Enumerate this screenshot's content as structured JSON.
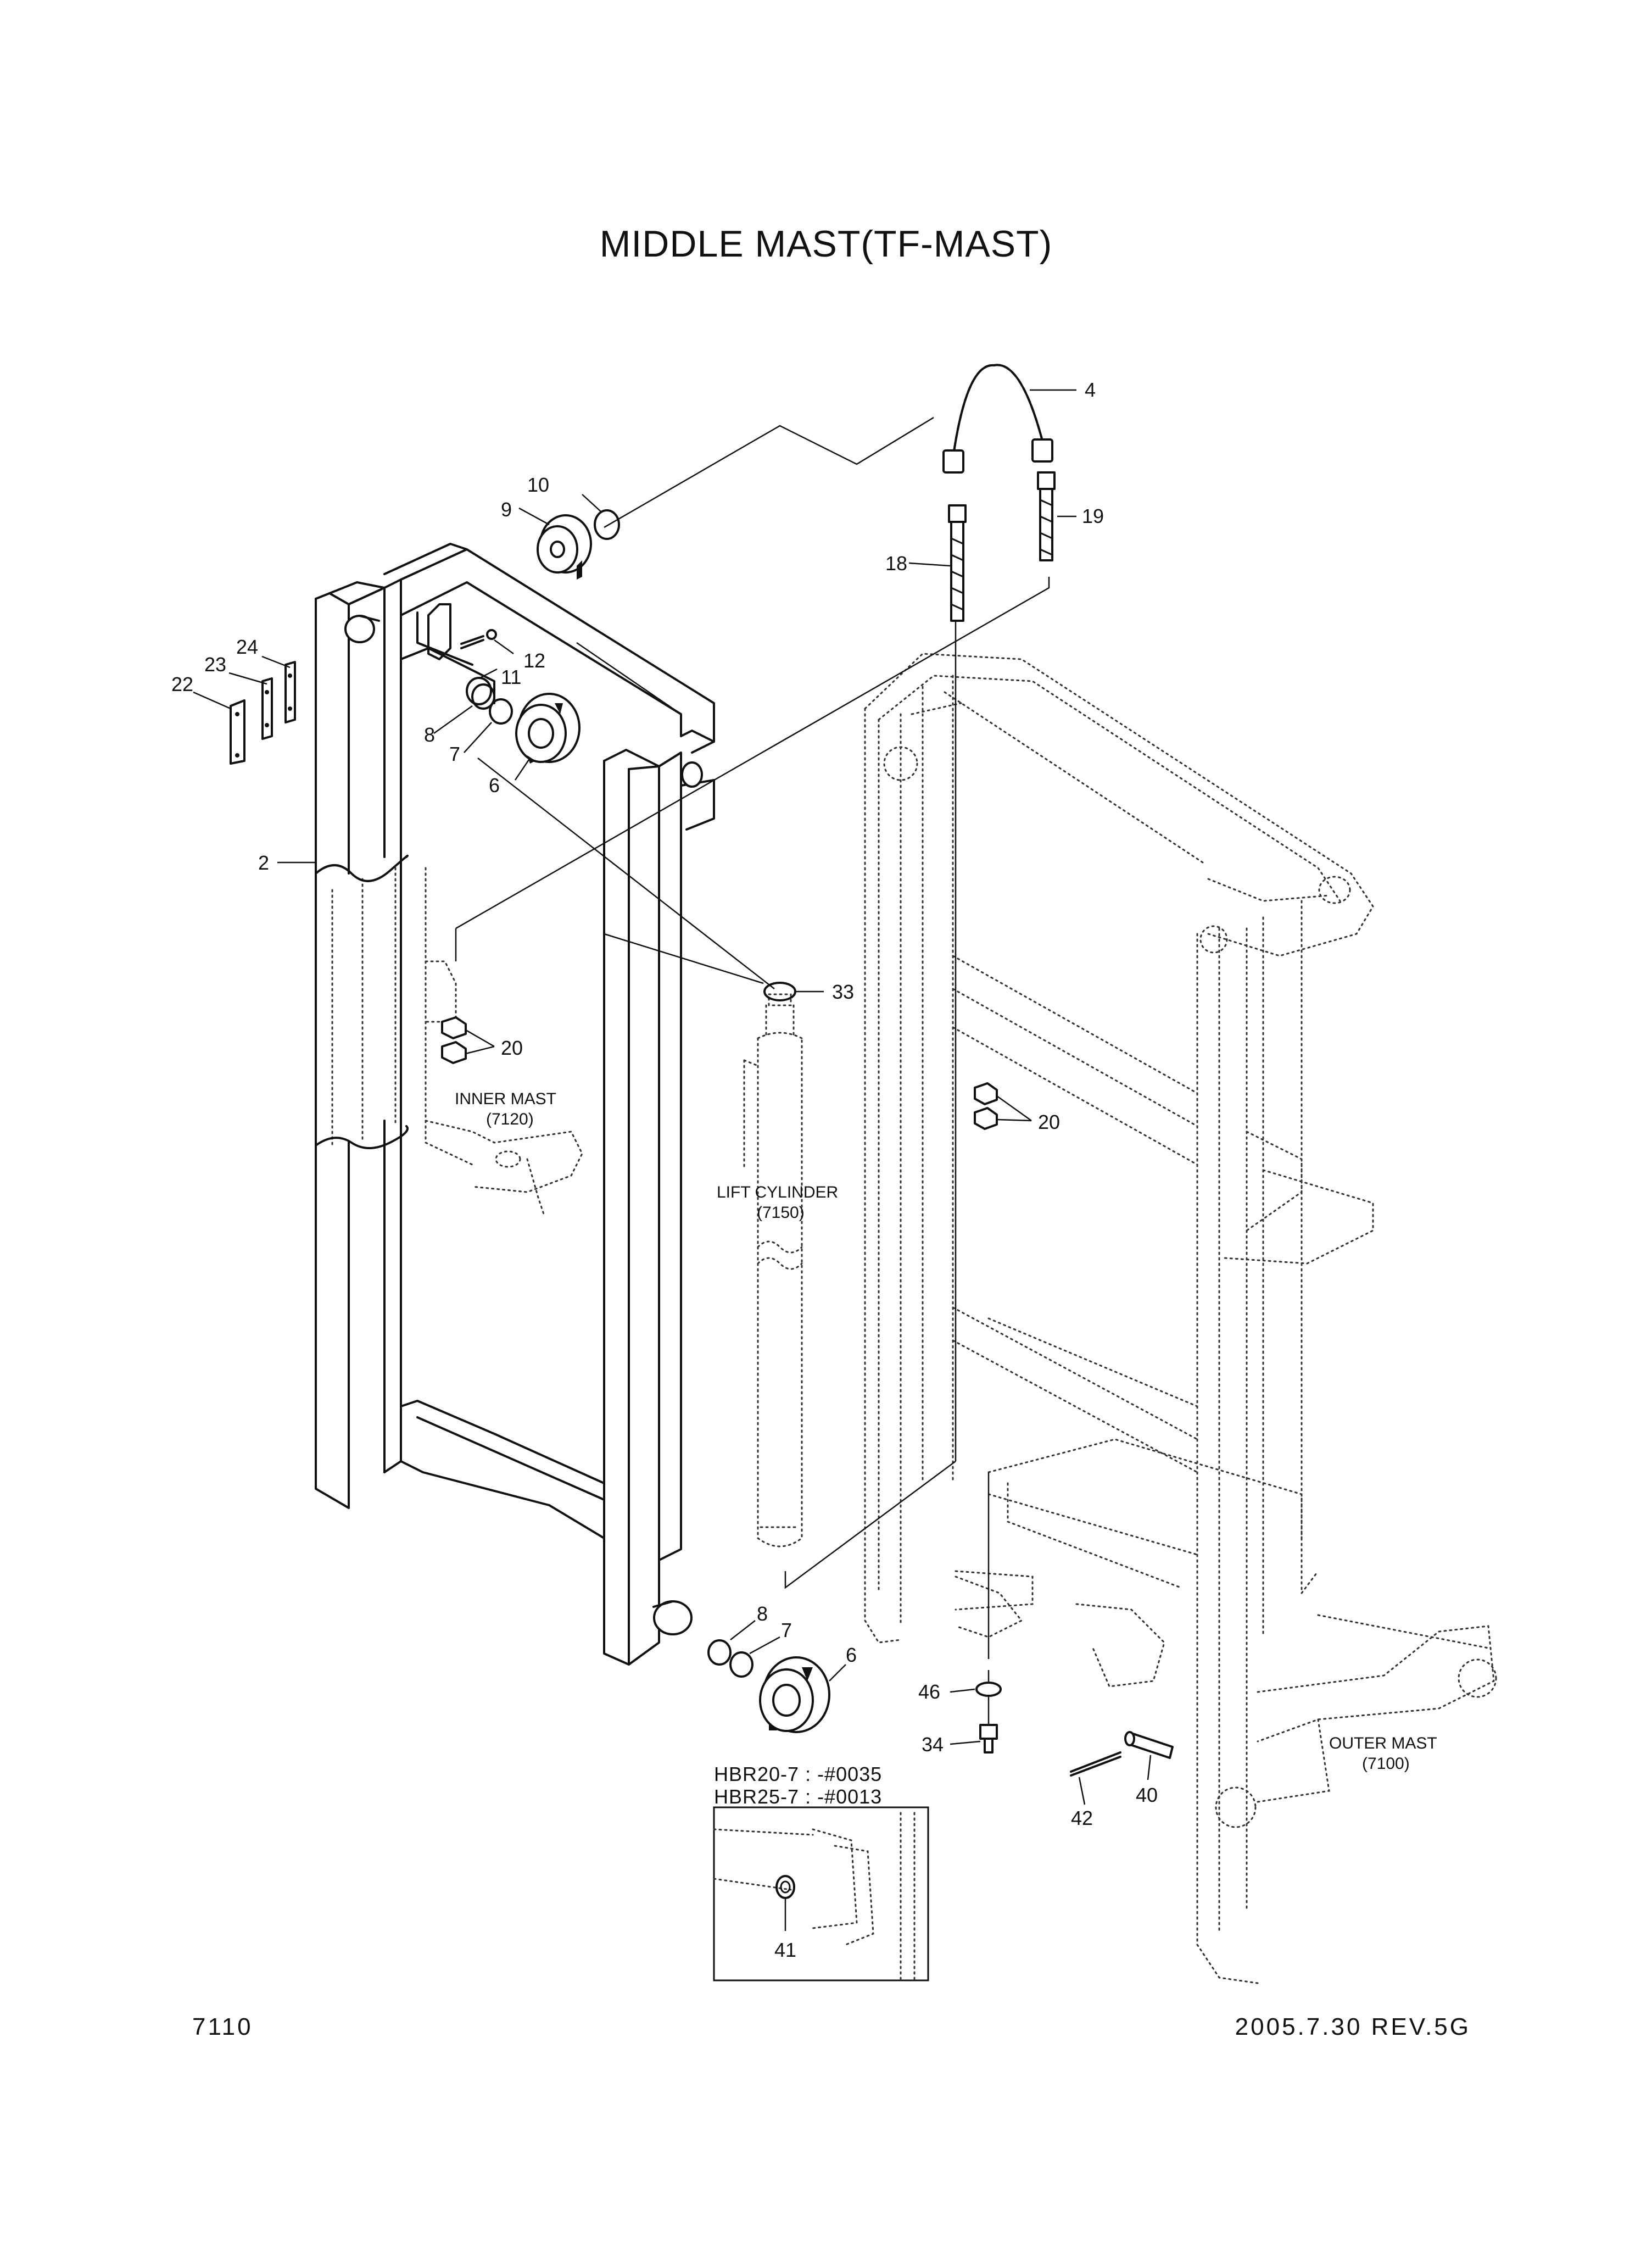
{
  "title": "MIDDLE MAST(TF-MAST)",
  "footer": {
    "page_no": "7110",
    "revision": "2005.7.30  REV.5G"
  },
  "callouts": [
    {
      "id": "c4",
      "text": "4"
    },
    {
      "id": "c10",
      "text": "10"
    },
    {
      "id": "c9",
      "text": "9"
    },
    {
      "id": "c19",
      "text": "19"
    },
    {
      "id": "c18",
      "text": "18"
    },
    {
      "id": "c24",
      "text": "24"
    },
    {
      "id": "c23",
      "text": "23"
    },
    {
      "id": "c22",
      "text": "22"
    },
    {
      "id": "c12",
      "text": "12"
    },
    {
      "id": "c11",
      "text": "11"
    },
    {
      "id": "c8a",
      "text": "8"
    },
    {
      "id": "c7a",
      "text": "7"
    },
    {
      "id": "c6a",
      "text": "6"
    },
    {
      "id": "c2",
      "text": "2"
    },
    {
      "id": "c33",
      "text": "33"
    },
    {
      "id": "c20a",
      "text": "20"
    },
    {
      "id": "c20b",
      "text": "20"
    },
    {
      "id": "c8b",
      "text": "8"
    },
    {
      "id": "c7b",
      "text": "7"
    },
    {
      "id": "c6b",
      "text": "6"
    },
    {
      "id": "c46",
      "text": "46"
    },
    {
      "id": "c34",
      "text": "34"
    },
    {
      "id": "c40",
      "text": "40"
    },
    {
      "id": "c42",
      "text": "42"
    },
    {
      "id": "c41",
      "text": "41"
    }
  ],
  "labels": {
    "inner_mast": [
      "INNER MAST",
      "(7120)"
    ],
    "lift_cylinder": [
      "LIFT CYLINDER",
      "(7150)"
    ],
    "outer_mast": [
      "OUTER MAST",
      "(7100)"
    ]
  },
  "inset_note": [
    "HBR20-7 : -#0035",
    "HBR25-7 : -#0013"
  ]
}
